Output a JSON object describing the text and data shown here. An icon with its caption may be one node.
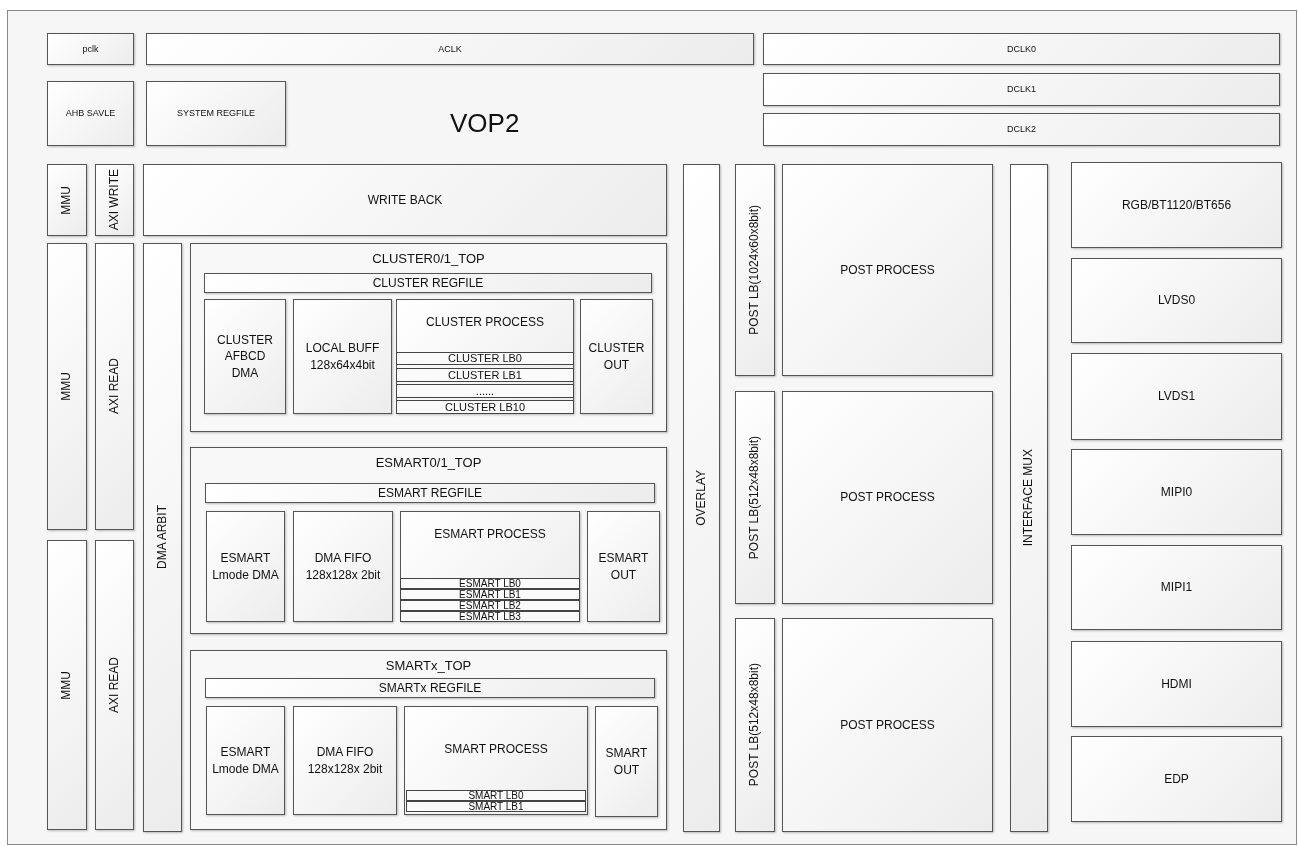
{
  "diagram": {
    "title": "VOP2",
    "nodes": [
      {
        "text": [
          "pclk"
        ]
      },
      {
        "text": [
          "ACLK"
        ]
      },
      {
        "text": [
          "DCLK0"
        ]
      },
      {
        "text": [
          "AHB SAVLE"
        ]
      },
      {
        "text": [
          "SYSTEM REGFILE"
        ]
      },
      {
        "text": [
          "DCLK1"
        ]
      },
      {
        "text": [
          "DCLK2"
        ]
      },
      {
        "text": [
          "MMU"
        ]
      },
      {
        "text": [
          "AXI WRITE"
        ]
      },
      {
        "text": [
          "WRITE BACK"
        ]
      },
      {
        "text": [
          "OVERLAY"
        ]
      },
      {
        "text": [
          "POST LB(1024x60x8bit)"
        ]
      },
      {
        "text": [
          "POST PROCESS"
        ]
      },
      {
        "text": [
          "INTERFACE MUX"
        ]
      },
      {
        "text": [
          "RGB/BT1120/BT656"
        ]
      },
      {
        "text": [
          "MMU"
        ]
      },
      {
        "text": [
          "AXI READ"
        ]
      },
      {
        "text": [
          "DMA ARBIT"
        ]
      },
      {
        "text": [
          "CLUSTER0/1_TOP"
        ]
      },
      {
        "text": [
          "CLUSTER REGFILE"
        ],
        "in": 18
      },
      {
        "text": [
          "CLUSTER AFBCD DMA"
        ],
        "in": 18
      },
      {
        "text": [
          "LOCAL BUFF 128x64x4bit"
        ],
        "in": 18
      },
      {
        "text": [
          "CLUSTER PROCESS"
        ],
        "in": 18
      },
      {
        "text": [
          "CLUSTER LB0"
        ],
        "in": 22
      },
      {
        "text": [
          "CLUSTER LB1"
        ],
        "in": 22
      },
      {
        "text": [
          "......"
        ],
        "in": 22
      },
      {
        "text": [
          "CLUSTER LB10"
        ],
        "in": 22
      },
      {
        "text": [
          "CLUSTER OUT"
        ],
        "in": 18
      },
      {
        "text": [
          "LVDS0"
        ]
      },
      {
        "text": [
          "LVDS1"
        ]
      },
      {
        "text": [
          "ESMART0/1_TOP"
        ]
      },
      {
        "text": [
          "ESMART REGFILE"
        ],
        "in": 30
      },
      {
        "text": [
          "ESMART Lmode DMA"
        ],
        "in": 30
      },
      {
        "text": [
          "DMA FIFO 128x128x 2bit"
        ],
        "in": 30
      },
      {
        "text": [
          "ESMART PROCESS"
        ],
        "in": 30
      },
      {
        "text": [
          "ESMART LB0"
        ],
        "in": 34
      },
      {
        "text": [
          "ESMART LB1"
        ],
        "in": 34
      },
      {
        "text": [
          "ESMART LB2"
        ],
        "in": 34
      },
      {
        "text": [
          "ESMART LB3"
        ],
        "in": 34
      },
      {
        "text": [
          "ESMART OUT"
        ],
        "in": 30
      },
      {
        "text": [
          "MIPI0"
        ]
      },
      {
        "text": [
          "POST LB(512x48x8bit)"
        ]
      },
      {
        "text": [
          "POST PROCESS"
        ]
      },
      {
        "text": [
          "MIPI1"
        ]
      },
      {
        "text": [
          "MMU"
        ]
      },
      {
        "text": [
          "AXI READ"
        ]
      },
      {
        "text": [
          "SMARTx_TOP"
        ]
      },
      {
        "text": [
          "SMARTx REGFILE"
        ],
        "in": 46
      },
      {
        "text": [
          "ESMART Lmode DMA"
        ],
        "in": 46
      },
      {
        "text": [
          "DMA FIFO 128x128x 2bit"
        ],
        "in": 46
      },
      {
        "text": [
          "SMART PROCESS"
        ],
        "in": 46
      },
      {
        "text": [
          "SMART LB0"
        ],
        "in": 50
      },
      {
        "text": [
          "SMART LB1"
        ],
        "in": 50
      },
      {
        "text": [
          "SMART OUT"
        ],
        "in": 46
      },
      {
        "text": [
          "POST LB(512x48x8bit)"
        ]
      },
      {
        "text": [
          "POST PROCESS"
        ]
      },
      {
        "text": [
          "HDMI"
        ]
      },
      {
        "text": [
          "EDP"
        ]
      }
    ]
  }
}
